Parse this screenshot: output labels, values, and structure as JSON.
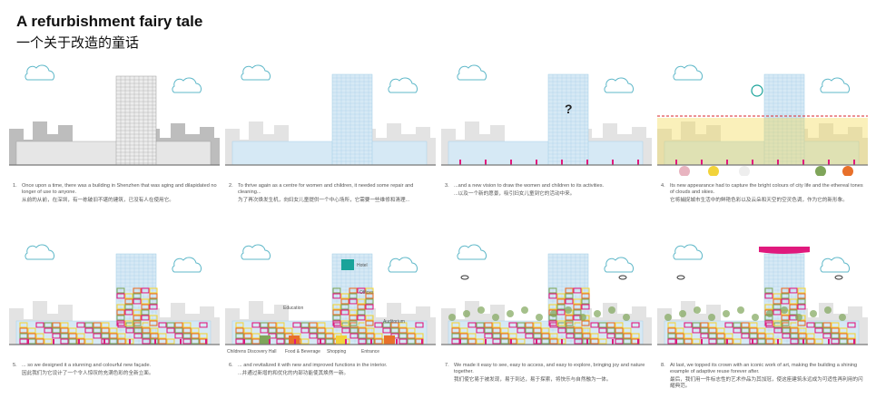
{
  "title": "A refurbishment fairy tale",
  "subtitle": "一个关于改造的童话",
  "panels": [
    {
      "num": "1.",
      "en": "Once upon a time, there was a building in Shenzhen that was aging and dilapidated no longer of use to anyone.",
      "cn": "从前的从前，在深圳，有一栋破旧不堪的建筑，已没有人在使用它。"
    },
    {
      "num": "2.",
      "en": "To thrive again as a centre for women and children, it needed some repair and cleaning...",
      "cn": "为了再次焕发生机，向妇女儿童提供一个中心场所，它需要一些维修和清理..."
    },
    {
      "num": "3.",
      "en": "...and a new vision to draw the women and children to its activities.",
      "cn": "...以及一个新的愿景，吸引妇女儿童到它的活动中来。",
      "mark": "?"
    },
    {
      "num": "4.",
      "en": "Its new appearance had to capture the bright colours of city life and the ethereal tones of clouds and skies.",
      "cn": "它将捕捉城市生活中的鲜艳色彩以及云朵和天空的空灵色调，作为它的新形象。"
    },
    {
      "num": "5.",
      "en": "... so we designed it a stunning and colourful new façade.",
      "cn": "因此我们为它设计了一个令人惊叹的充满色彩的全新立面。"
    },
    {
      "num": "6.",
      "en": "... and revitalized it with new and improved functions in the interior.",
      "cn": "...并通过新增的和优化的内部功能使其焕然一新。",
      "functions": [
        "Hotel",
        "Offices",
        "Education",
        "Auditorium",
        "Childrens Discovery Hall",
        "Food & Beverage",
        "Shopping",
        "Entrance"
      ]
    },
    {
      "num": "7.",
      "en": "We made it easy to see, easy to access, and easy to explore, bringing joy and nature together.",
      "cn": "我们使它易于被发现，易于到达，易于探索，将快乐与自然融为一体。"
    },
    {
      "num": "8.",
      "en": "At last, we topped its crown with an iconic work of art, making the building a shining example of adaptive reuse forever after.",
      "cn": "最后，我们用一件标志性的艺术作品为其加冠，使这座建筑永远成为可适性再利用的闪耀典范。"
    }
  ],
  "colors": {
    "gray": "#cfcfcf",
    "blue": "#d6e9f5",
    "grid": "#9fcbe6",
    "cloud": "#5fb8c9",
    "pink": "#e0197d",
    "yellow": "#f2d33a",
    "orange": "#e8702a",
    "green": "#7fa55a",
    "teal": "#1aa39a"
  }
}
